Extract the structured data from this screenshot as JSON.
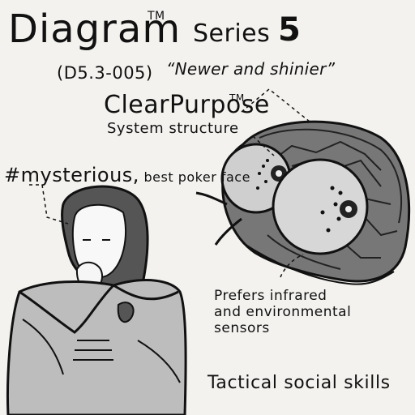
{
  "header": {
    "title_word": "Diagram",
    "title_tm": "TM",
    "series_word": "Series",
    "series_number": "5"
  },
  "subtitle": {
    "model_code": "(D5.3-005)",
    "tagline": "“Newer and shinier”"
  },
  "annotations": {
    "clear_purpose": "ClearPurpose",
    "clear_purpose_tm": "TM",
    "system_structure": "System structure",
    "hashtag_word": "#mysterious,",
    "hashtag_rest": " best poker face",
    "infrared_line1": "Prefers infrared",
    "infrared_line2": "and environmental",
    "infrared_line3": "sensors",
    "tactical": "Tactical social skills"
  },
  "icons": {
    "robot": "robot-head-icon",
    "person": "person-illustration-icon"
  }
}
